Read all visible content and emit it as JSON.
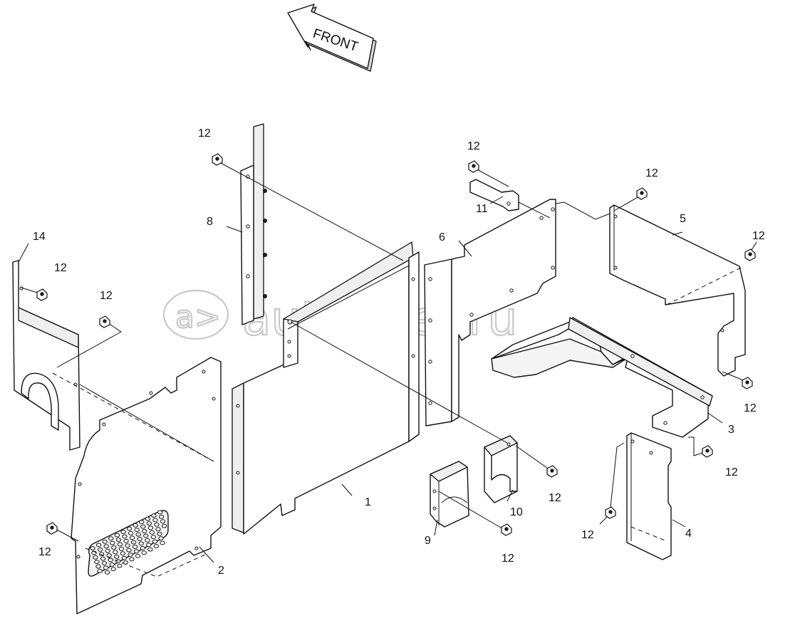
{
  "direction_label": "FRONT",
  "watermark": "autopiter.ru",
  "parts": {
    "p1": "1",
    "p2": "2",
    "p3": "3",
    "p4": "4",
    "p5": "5",
    "p6": "6",
    "p8": "8",
    "p9": "9",
    "p10": "10",
    "p11": "11",
    "p14": "14"
  },
  "bolt_label": "12"
}
